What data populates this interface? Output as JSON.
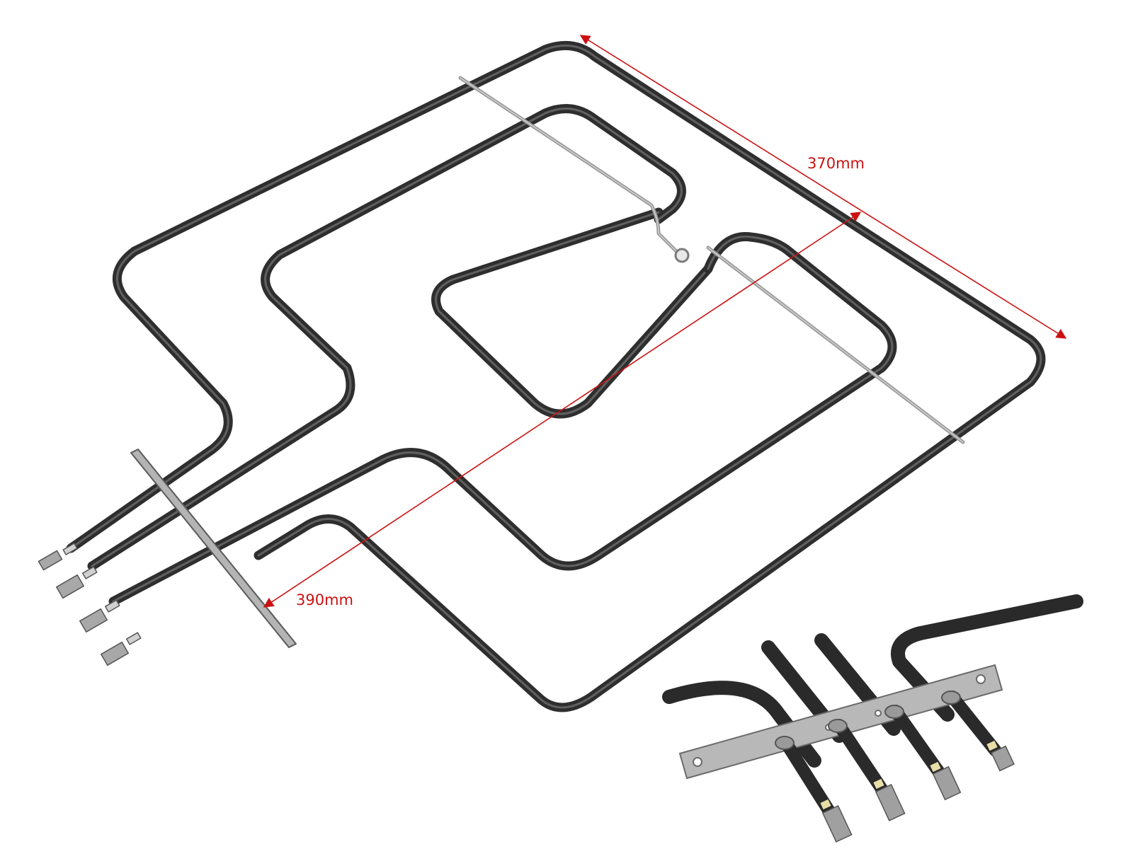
{
  "image": {
    "subject": "heating-element",
    "colors": {
      "element_tube": "#2e2e2e",
      "element_highlight": "#8a8a8a",
      "metal_plate": "#b4b4b4",
      "plate_edge": "#5a5a5a",
      "terminal": "#9c9c9c",
      "dimension_line": "#cc1111",
      "background": "#ffffff"
    }
  },
  "dimensions": {
    "depth_label": "370mm",
    "width_label": "390mm"
  }
}
